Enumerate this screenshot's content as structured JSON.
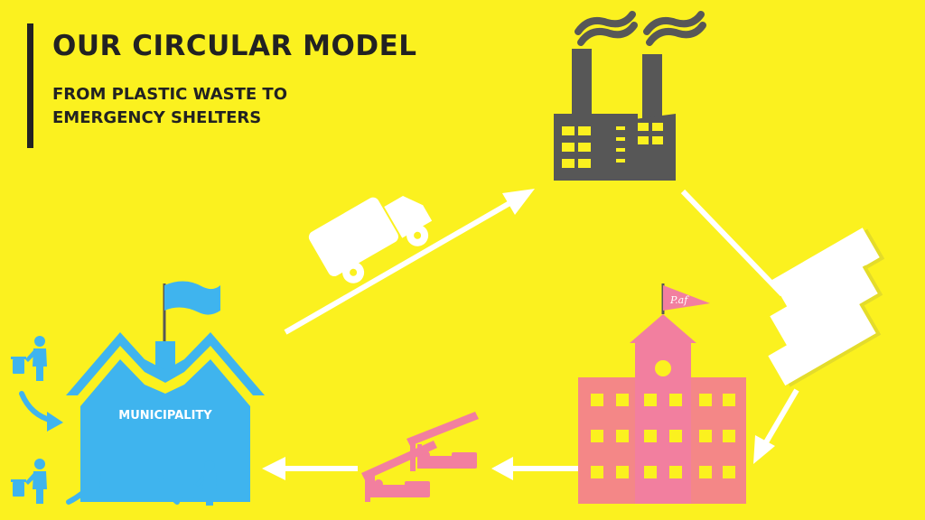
{
  "header": {
    "title": "OUR CIRCULAR MODEL",
    "subtitle_line1": "FROM PLASTIC WASTE TO",
    "subtitle_line2": "EMERGENCY SHELTERS"
  },
  "municipality": {
    "label": "MUNICIPALITY"
  },
  "colors": {
    "background": "#FBF11F",
    "text": "#222222",
    "municipality_blue": "#3FB4EE",
    "factory_gray": "#575757",
    "shelter_pink": "#F27F9F",
    "building_pink": "#F48787",
    "arrow_white": "#FFFFFF"
  },
  "icons": {
    "municipality": "municipality-house-icon",
    "flag": "flag-icon",
    "factory": "factory-icon",
    "truck": "truck-icon",
    "panels": "plastic-panels-icon",
    "building": "pink-building-icon",
    "shelter": "emergency-shelter-icon",
    "citizen": "person-recycling-icon"
  }
}
